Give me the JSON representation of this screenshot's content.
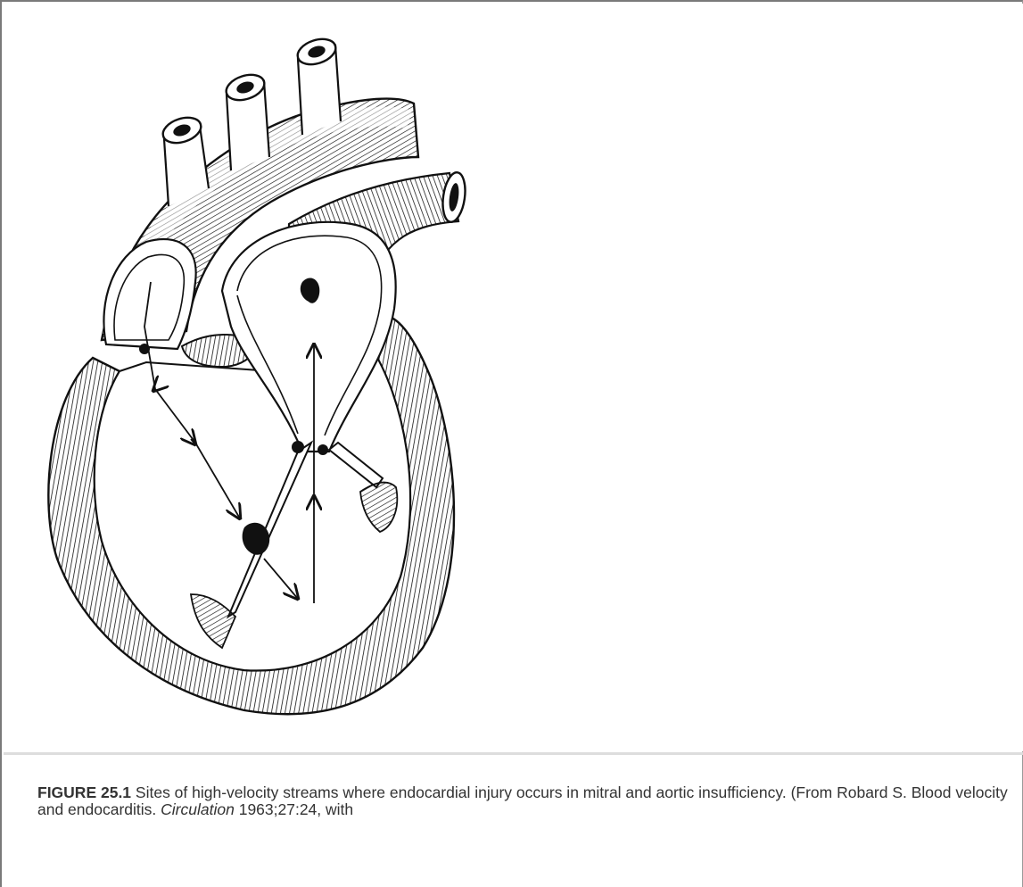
{
  "figure": {
    "label": "FIGURE 25.1",
    "caption_part1": " Sites of high-velocity streams where endocardial injury occurs in mitral and aortic insufficiency. (From Robard S. Blood velocity and endocarditis. ",
    "journal": "Circulation",
    "caption_part2": " 1963;27:24, with"
  },
  "colors": {
    "ink": "#111111",
    "caption_text": "#333333",
    "divider": "#dddddd",
    "border": "#7a7a7a"
  }
}
